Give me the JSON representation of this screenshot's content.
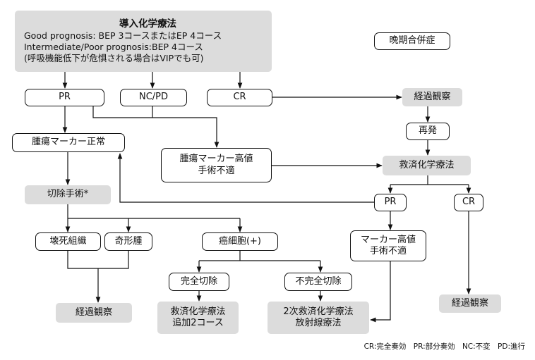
{
  "intro": {
    "title": "導入化学療法",
    "lines": [
      "Good prognosis: BEP 3コースまたはEP 4コース",
      "Intermediate/Poor prognosis:BEP 4コース",
      "(呼吸機能低下が危惧される場合はVIPでも可)"
    ]
  },
  "late_complication": "晩期合併症",
  "first_line": {
    "pr": "PR",
    "nc_pd": "NC/PD",
    "cr": "CR"
  },
  "observation_1": "経過観察",
  "relapse": "再発",
  "marker_normal": "腫瘍マーカー正常",
  "marker_high_unresectable_1": [
    "腫瘍マーカー高値",
    "手術不適"
  ],
  "salvage_chemo": "救済化学療法",
  "salvage_pr": "PR",
  "salvage_cr": "CR",
  "resection": "切除手術*",
  "necrosis": "壊死組織",
  "teratoma": "奇形腫",
  "cancer_cells": "癌細胞(+)",
  "marker_high_unresectable_2": [
    "マーカー高値",
    "手術不適"
  ],
  "complete_resection": "完全切除",
  "incomplete_resection": "不完全切除",
  "observation_2": "経過観察",
  "salvage_additional": [
    "救済化学療法",
    "追加2コース"
  ],
  "second_line": [
    "2次救済化学療法",
    "放射線療法"
  ],
  "observation_3": "経過観察",
  "legend": [
    "CR:完全奏効",
    "PR:部分奏効",
    "NC:不変",
    "PD:進行"
  ],
  "colors": {
    "box_fill": "#dcdcdc",
    "line": "#111111"
  }
}
